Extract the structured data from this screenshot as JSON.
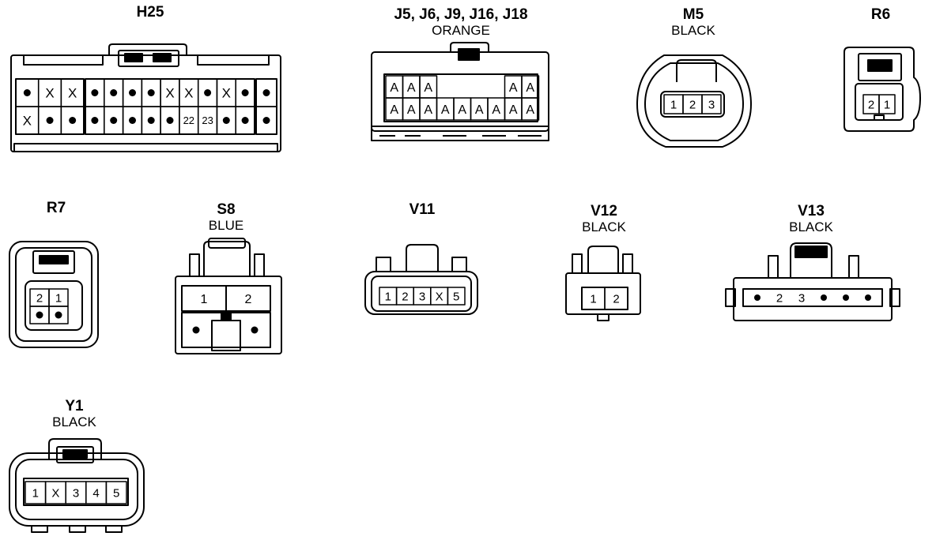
{
  "connectors": {
    "h25": {
      "name": "H25",
      "color": "",
      "row1": [
        "●",
        "X",
        "X",
        "●",
        "●",
        "●",
        "●",
        "X",
        "X",
        "●",
        "X",
        "●",
        "●"
      ],
      "row2": [
        "X",
        "●",
        "●",
        "●",
        "●",
        "●",
        "●",
        "●",
        "22",
        "23",
        "●",
        "●",
        "●"
      ]
    },
    "j5": {
      "name": "J5, J6, J9, J16, J18",
      "color": "ORANGE",
      "row1": [
        "A",
        "A",
        "A",
        "",
        "",
        "",
        "",
        "A",
        "A"
      ],
      "row2": [
        "A",
        "A",
        "A",
        "A",
        "A",
        "A",
        "A",
        "A",
        "A"
      ]
    },
    "m5": {
      "name": "M5",
      "color": "BLACK",
      "pins": [
        "1",
        "2",
        "3"
      ]
    },
    "r6": {
      "name": "R6",
      "color": "",
      "pins": [
        "2",
        "1"
      ]
    },
    "r7": {
      "name": "R7",
      "color": "",
      "row1": [
        "2",
        "1"
      ],
      "row2": [
        "●",
        "●"
      ]
    },
    "s8": {
      "name": "S8",
      "color": "BLUE",
      "row1": [
        "1",
        "2"
      ],
      "row2": [
        "●",
        "●"
      ]
    },
    "v11": {
      "name": "V11",
      "color": "",
      "pins": [
        "1",
        "2",
        "3",
        "X",
        "5"
      ]
    },
    "v12": {
      "name": "V12",
      "color": "BLACK",
      "pins": [
        "1",
        "2"
      ]
    },
    "v13": {
      "name": "V13",
      "color": "BLACK",
      "pins": [
        "●",
        "2",
        "3",
        "●",
        "●",
        "●"
      ]
    },
    "y1": {
      "name": "Y1",
      "color": "BLACK",
      "pins": [
        "1",
        "X",
        "3",
        "4",
        "5"
      ]
    }
  },
  "colors": {
    "line": "#000000",
    "background": "#ffffff"
  }
}
